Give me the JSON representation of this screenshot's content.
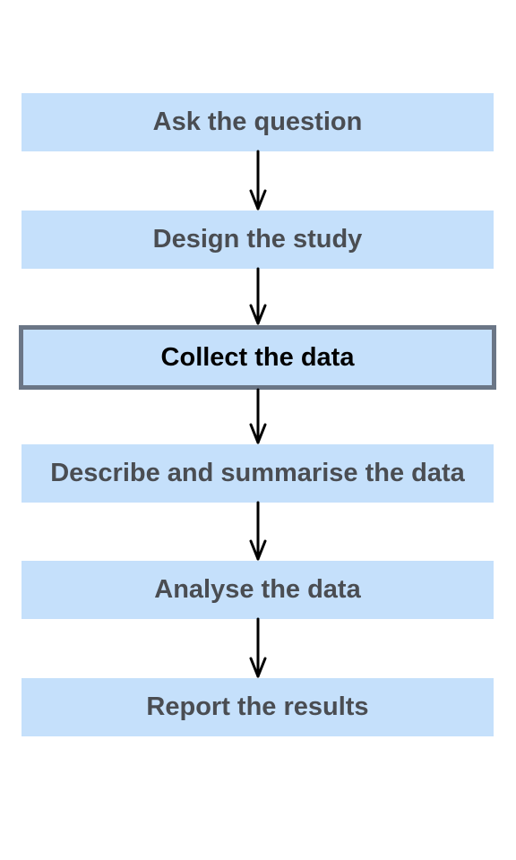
{
  "steps": [
    {
      "label": "Ask the question",
      "active": false
    },
    {
      "label": "Design the study",
      "active": false
    },
    {
      "label": "Collect the data",
      "active": true
    },
    {
      "label": "Describe and summarise the data",
      "active": false
    },
    {
      "label": "Analyse the data",
      "active": false
    },
    {
      "label": "Report the results",
      "active": false
    }
  ],
  "colors": {
    "box_fill": "#c5e0fb",
    "active_border": "#6b7686",
    "text": "#4a4d52",
    "active_text": "#000000",
    "arrow": "#000000"
  }
}
